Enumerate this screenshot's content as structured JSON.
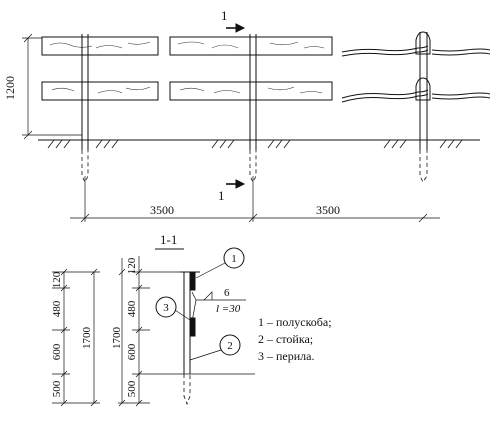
{
  "elevation": {
    "height_dim": "1200",
    "span_dim_left": "3500",
    "span_dim_right": "3500",
    "section_mark_top": "1",
    "section_mark_bottom": "1"
  },
  "section": {
    "title": "1-1",
    "left_dims": [
      "120",
      "480",
      "600",
      "500"
    ],
    "left_total": "1700",
    "right_dims": [
      "120",
      "480",
      "600",
      "500"
    ],
    "right_total": "1700",
    "weld_size": "6",
    "weld_length": "l =30",
    "callouts": [
      "1",
      "3",
      "2"
    ]
  },
  "legend": [
    "1 – полускоба;",
    "2 – стойка;",
    "3 – перила."
  ]
}
